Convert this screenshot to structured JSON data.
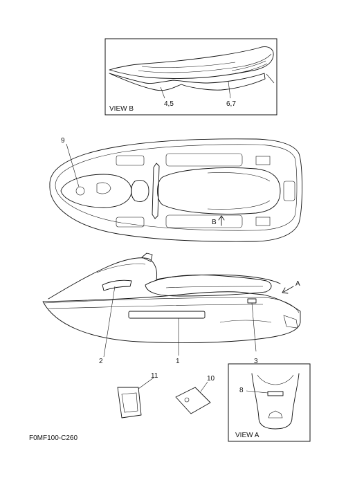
{
  "view_b": {
    "title": "VIEW B",
    "callouts": [
      "4,5",
      "6,7"
    ]
  },
  "view_a": {
    "title": "VIEW A",
    "callouts": [
      "8"
    ]
  },
  "top_view": {
    "callouts": [
      "9"
    ],
    "arrow_label": "B"
  },
  "side_view": {
    "callouts": [
      "2",
      "1",
      "3"
    ],
    "arrow_label": "A"
  },
  "loose_parts": {
    "callouts": [
      "11",
      "10"
    ]
  },
  "figure_code": "F0MF100-C260"
}
